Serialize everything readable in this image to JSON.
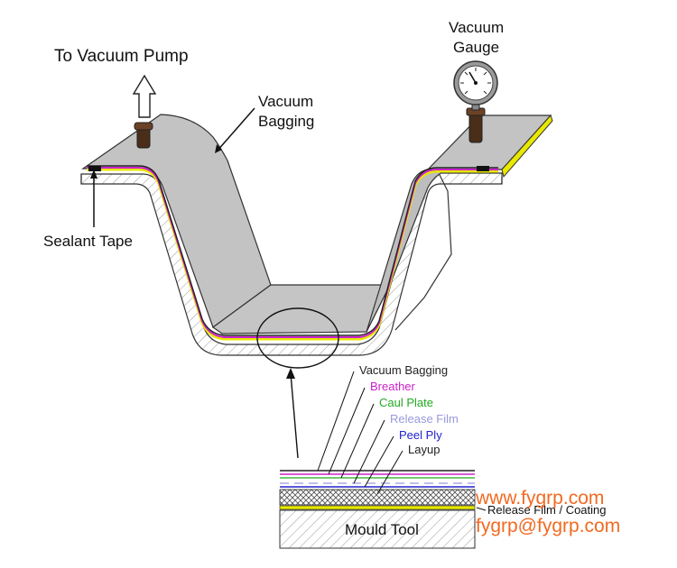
{
  "labels": {
    "to_vacuum_pump": "To Vacuum Pump",
    "vacuum_bagging_1": "Vacuum",
    "vacuum_bagging_2": "Bagging",
    "vacuum_gauge_1": "Vacuum",
    "vacuum_gauge_2": "Gauge",
    "sealant_tape": "Sealant Tape",
    "mould_tool": "Mould Tool"
  },
  "layers": [
    {
      "label": "Vacuum Bagging",
      "color": "#222222"
    },
    {
      "label": "Breather",
      "color": "#cc22cc"
    },
    {
      "label": "Caul Plate",
      "color": "#22aa22"
    },
    {
      "label": "Release Film",
      "color": "#9999dd"
    },
    {
      "label": "Peel Ply",
      "color": "#2222cc"
    },
    {
      "label": "Layup",
      "color": "#222222"
    }
  ],
  "release_coating": "Release Film / Coating",
  "watermark": {
    "line1": "www.fygrp.com",
    "line2": "fygrp@fygrp.com"
  },
  "colors": {
    "bag_fill": "#c3c3c3",
    "sealant": "#e8e800",
    "breather": "#cc22cc",
    "watermark": "#f26a21"
  }
}
